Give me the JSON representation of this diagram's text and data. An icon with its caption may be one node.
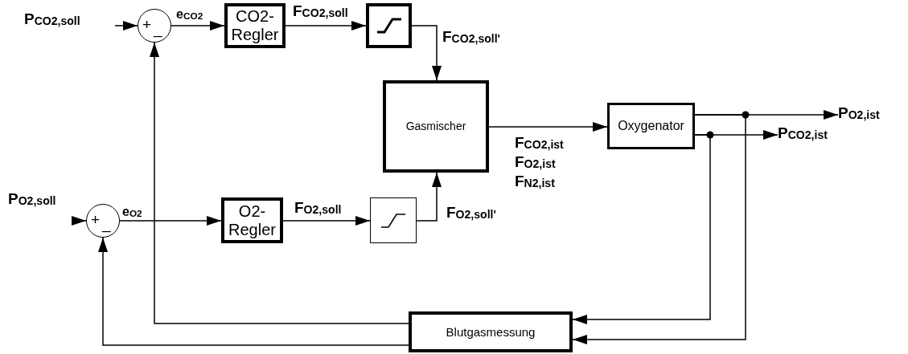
{
  "diagram": {
    "nodes": [
      {
        "text": [
          "+",
          "_"
        ]
      },
      {
        "text": [
          "CO2-Regler"
        ]
      },
      {
        "text": [],
        "shape": "box"
      },
      {
        "text": [
          "Gasmischer"
        ]
      },
      {
        "text": [
          "Oxygenator"
        ]
      },
      {
        "text": [
          "P$_{O2,ist}$"
        ]
      },
      {
        "text": [
          "P$_{CO2,ist}$"
        ]
      },
      {
        "text": [
          "+",
          "_"
        ]
      },
      {
        "text": [
          "O2-Regler"
        ]
      },
      {
        "text": [],
        "shape": "box"
      },
      {
        "text": [
          "Blutgasmessung"
        ]
      }
    ],
    "edges": [
      {
        "from": null,
        "to": 0,
        "arrow": "to"
      },
      {
        "from": 0,
        "to": 1,
        "arrow": "to",
        "label": "e$_{CO2}$"
      },
      {
        "from": 1,
        "to": 2,
        "arrow": "to",
        "label": "F$_{CO2,soll}$"
      },
      {
        "from": 2,
        "to": 3,
        "arrow": "to",
        "label": "F$_{CO2,soll'}$"
      },
      {
        "from": 3,
        "to": 4,
        "arrow": "to",
        "label": "F$_{CO2,ist}$ F$_{O2,ist}$ F$_{N2,ist}$"
      },
      {
        "from": 4,
        "to": 5,
        "arrow": "to"
      },
      {
        "from": 4,
        "to": 6,
        "arrow": "to"
      },
      {
        "from": null,
        "to": 7,
        "arrow": "to"
      },
      {
        "from": 7,
        "to": 8,
        "arrow": "to",
        "label": "e$_{O2}$"
      },
      {
        "from": 8,
        "to": 9,
        "arrow": "to",
        "label": "F$_{O2,soll}$"
      },
      {
        "from": 9,
        "to": 3,
        "arrow": "to",
        "label": "F$_{O2,soll'}$"
      },
      {
        "from": 4,
        "to": 10,
        "arrow": "to"
      },
      {
        "from": 4,
        "to": 10,
        "arrow": "to"
      },
      {
        "from": 10,
        "to": 0,
        "arrow": "to"
      },
      {
        "from": 10,
        "to": 7,
        "arrow": "to"
      }
    ],
    "labels": [
      "P$_{CO2,soll}$",
      "P$_{O2,soll}$"
    ]
  }
}
